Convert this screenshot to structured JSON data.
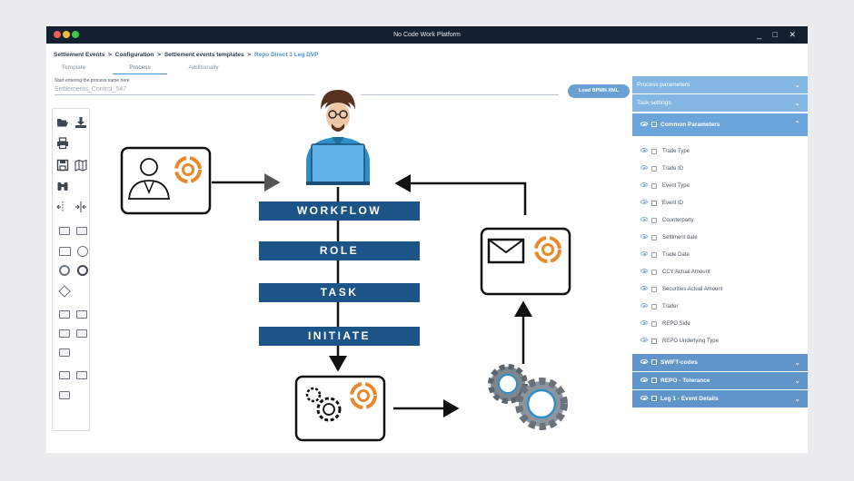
{
  "window": {
    "title": "No Code Work Platform",
    "controls": "_ □ ✕"
  },
  "breadcrumb": [
    "Settlement Events",
    "Configuration",
    "Settlement events templates",
    "Repo Direct 1 Leg DVP"
  ],
  "breadcrumb_sep": ">",
  "tabs": [
    "Template",
    "Process",
    "Additionally"
  ],
  "active_tab": "Process",
  "process_name": {
    "label": "Start entering the process name here",
    "value": "Settlements_Control_547"
  },
  "load_button": "Load BPMN XML",
  "workflow_labels": [
    "WORKFLOW",
    "ROLE",
    "TASK",
    "INITIATE"
  ],
  "right_panel": {
    "process_parameters": "Process parameters",
    "task_settings": "Task settings",
    "common_parameters": "Common Parameters",
    "params": [
      "Trade Type",
      "Trade ID",
      "Event Type",
      "Event ID",
      "Counterparty",
      "Settlment date",
      "Trade Date",
      "CCY Actual Amount",
      "Securities Actual Amount",
      "Trader",
      "REPO Side",
      "REPO Underlying Type"
    ],
    "sections": [
      "SWIFT-codes",
      "REPO - Tolerance",
      "Leg 1 - Event Details"
    ]
  },
  "colors": {
    "accent": "#4b8fd6",
    "bar": "#1c5488",
    "panel": "#84b6e4",
    "orange": "#e8892b"
  }
}
